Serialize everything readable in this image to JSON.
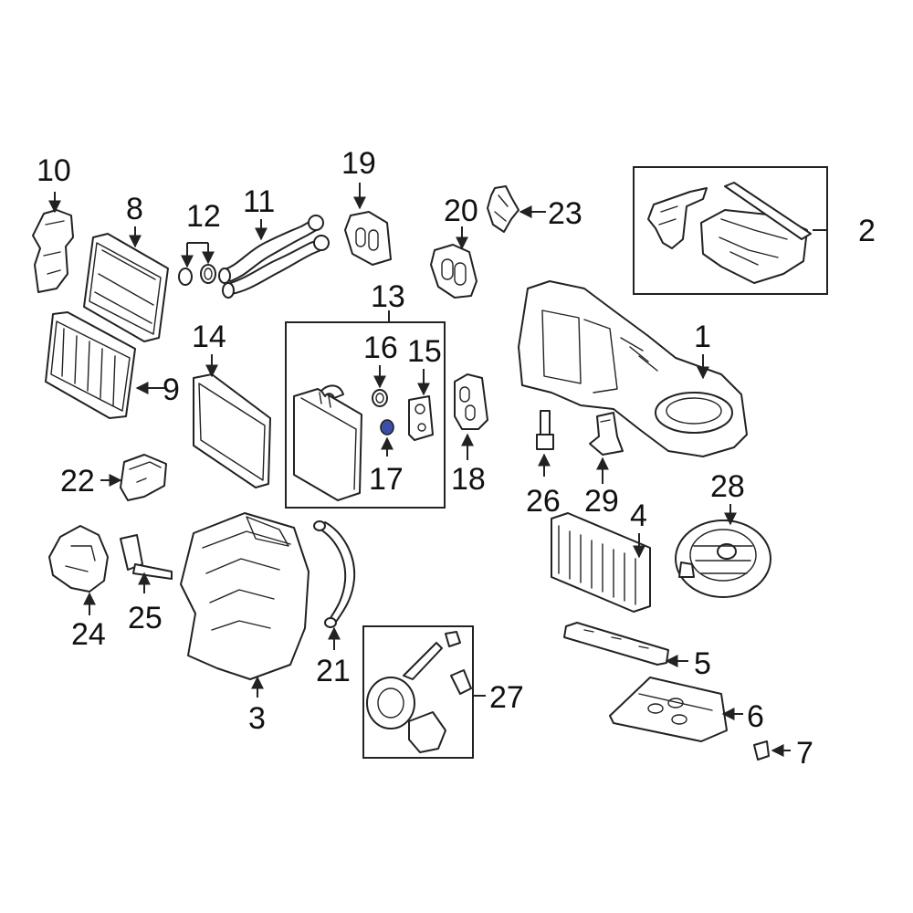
{
  "diagram": {
    "callouts": {
      "c1": "1",
      "c2": "2",
      "c3": "3",
      "c4": "4",
      "c5": "5",
      "c6": "6",
      "c7": "7",
      "c8": "8",
      "c9": "9",
      "c10": "10",
      "c11": "11",
      "c12": "12",
      "c13": "13",
      "c14": "14",
      "c15": "15",
      "c16": "16",
      "c17": "17",
      "c18": "18",
      "c19": "19",
      "c20": "20",
      "c21": "21",
      "c22": "22",
      "c23": "23",
      "c24": "24",
      "c25": "25",
      "c26": "26",
      "c27": "27",
      "c28": "28",
      "c29": "29"
    },
    "colors": {
      "line": "#222222",
      "background": "#ffffff",
      "highlight": "#3b4fa8"
    }
  }
}
